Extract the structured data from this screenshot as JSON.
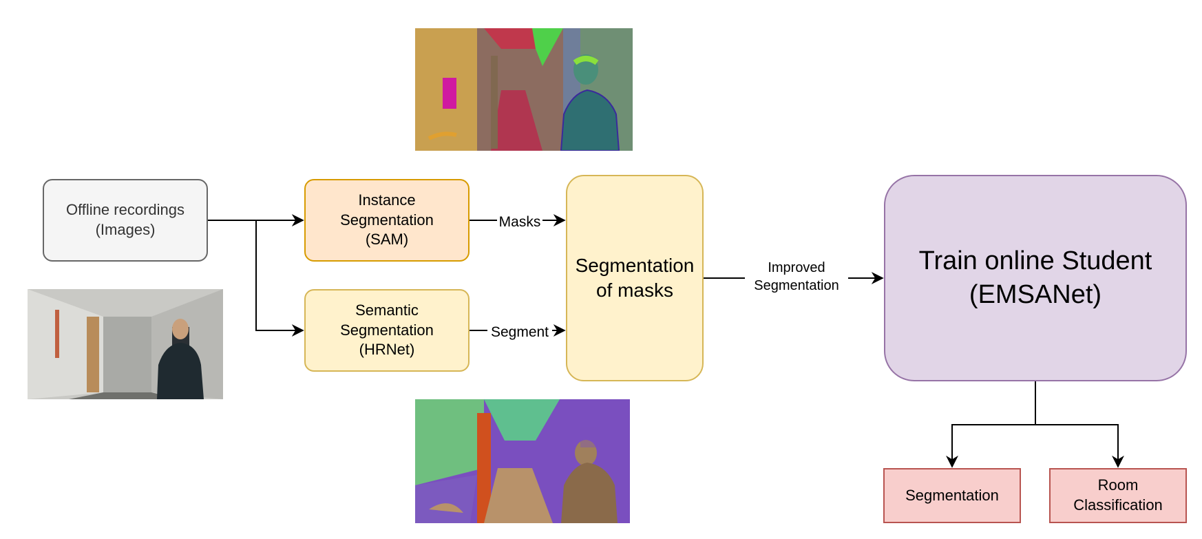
{
  "nodes": {
    "offline": {
      "text": "Offline recordings\n(Images)",
      "fill": "#f5f5f5",
      "stroke": "#666666"
    },
    "instance": {
      "text": "Instance\nSegmentation\n(SAM)",
      "fill": "#ffe6cc",
      "stroke": "#d79b00"
    },
    "semantic": {
      "text": "Semantic\nSegmentation\n(HRNet)",
      "fill": "#fff2cc",
      "stroke": "#d6b656"
    },
    "masks_seg": {
      "text": "Segmentation\nof masks",
      "fill": "#fff2cc",
      "stroke": "#d6b656"
    },
    "student": {
      "text": "Train online Student\n(EMSANet)",
      "fill": "#e1d5e7",
      "stroke": "#9673a6"
    },
    "out_seg": {
      "text": "Segmentation",
      "fill": "#f8cecc",
      "stroke": "#b85450"
    },
    "out_room": {
      "text": "Room\nClassification",
      "fill": "#f8cecc",
      "stroke": "#b85450"
    }
  },
  "edges": {
    "masks": {
      "text": "Masks"
    },
    "segment": {
      "text": "Segment"
    },
    "improved": {
      "text": "Improved\nSegmentation"
    }
  },
  "images": {
    "rgb_photo": {
      "caption": ""
    },
    "sam_masks": {
      "caption": ""
    },
    "semantic_overlay": {
      "caption": ""
    }
  }
}
